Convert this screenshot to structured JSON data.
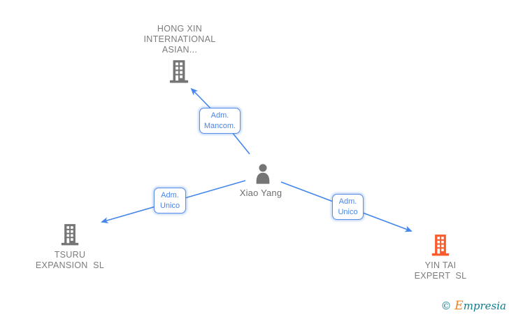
{
  "chart": {
    "type": "org-relationship-diagram",
    "person": {
      "name": "Xiao Yang"
    },
    "companies": {
      "top": {
        "name": "HONG XIN\nINTERNATIONAL\nASIAN...",
        "icon": "building-icon",
        "icon_color": "#757575"
      },
      "bottom_left": {
        "name": "TSURU\nEXPANSION  SL",
        "icon": "building-icon",
        "icon_color": "#757575"
      },
      "bottom_right": {
        "name": "YIN TAI\nEXPERT  SL",
        "icon": "building-icon",
        "icon_color": "#fb5a2b"
      }
    },
    "edges": {
      "person_to_top": {
        "label": "Adm.\nMancom."
      },
      "person_to_bottom_left": {
        "label": "Adm.\nUnico"
      },
      "person_to_bottom_right": {
        "label": "Adm.\nUnico"
      }
    }
  },
  "colors": {
    "edge_blue": "#4486ec",
    "label_blue": "#4a86e8",
    "icon_gray": "#757575",
    "icon_orange": "#fb5a2b",
    "text_gray": "#7c7c7c",
    "logo_teal": "#0e7d8e",
    "logo_orange": "#f08020"
  },
  "logo": {
    "copyright": "©",
    "brand_first": "E",
    "brand_rest": "mpresia"
  }
}
